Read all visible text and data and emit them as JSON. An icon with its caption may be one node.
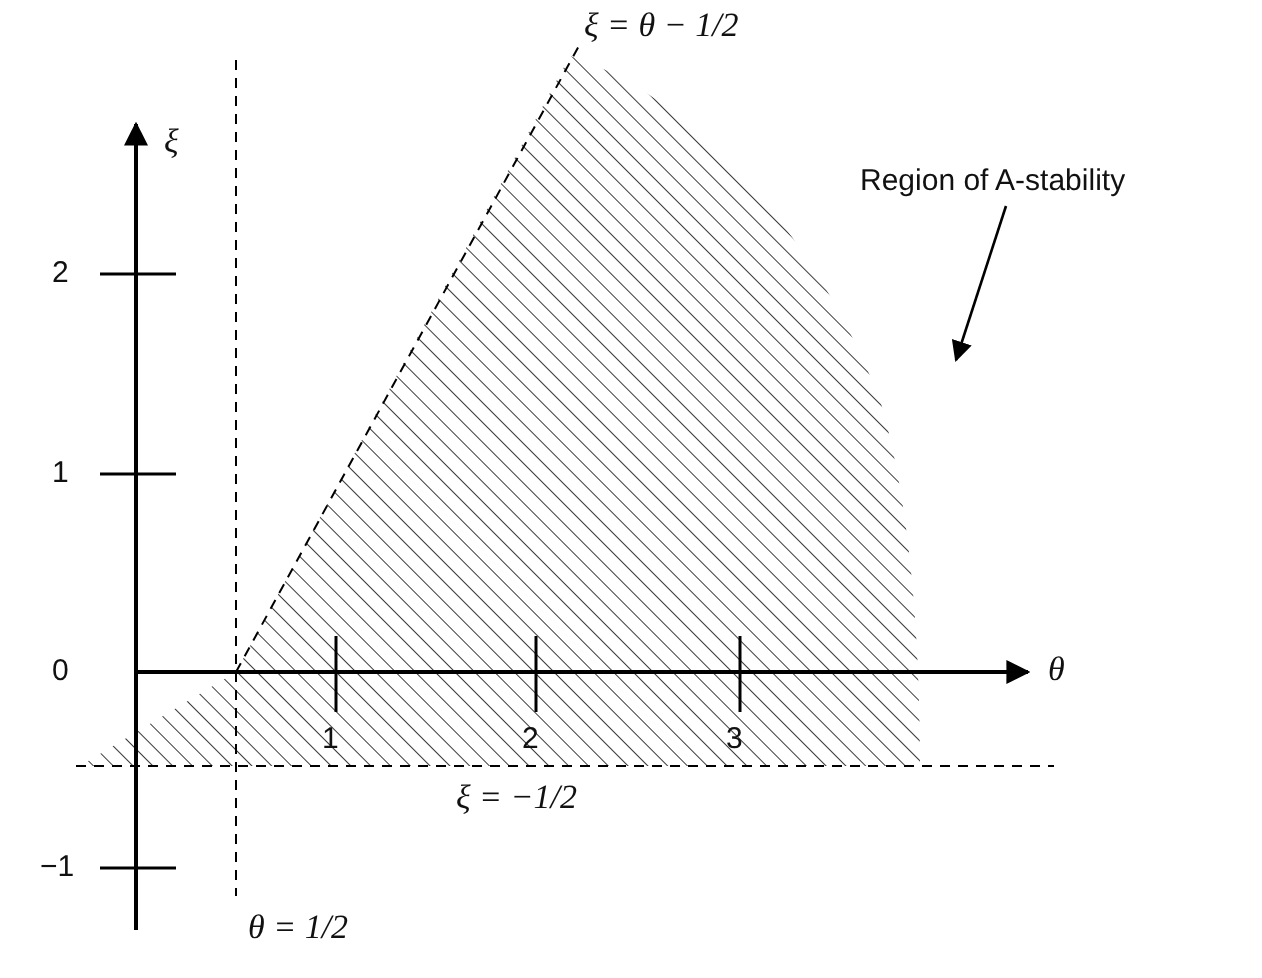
{
  "diagram": {
    "nodes": [
      {
        "text": [
          "Region of A-stability"
        ]
      },
      {
        "text": [],
        "shape": "picture"
      }
    ],
    "edges": [
      {
        "from": 0,
        "to": 1,
        "arrow": "to"
      }
    ],
    "labels": [
      "ξ = θ − 1/2",
      "ξ",
      "2",
      "1",
      "0",
      "θ",
      "1",
      "2",
      "3",
      "ξ = −1/2",
      "−1",
      "θ = 1/2"
    ]
  }
}
